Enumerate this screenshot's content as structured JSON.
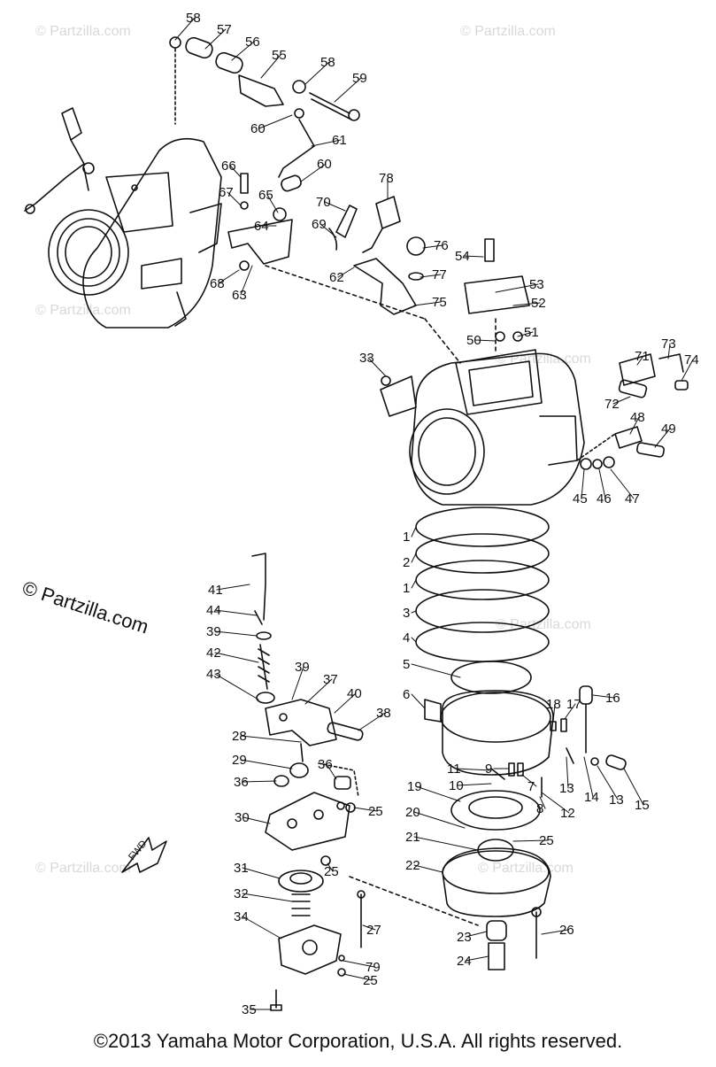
{
  "watermark": "© Partzilla.com",
  "side_watermark": "© Partzilla.com",
  "copyright": "©2013  Yamaha Motor Corporation, U.S.A. All rights reserved.",
  "fwd_label": "FWD",
  "callouts": [
    {
      "id": "c58a",
      "text": "58"
    },
    {
      "id": "c57",
      "text": "57"
    },
    {
      "id": "c56",
      "text": "56"
    },
    {
      "id": "c55",
      "text": "55"
    },
    {
      "id": "c58b",
      "text": "58"
    },
    {
      "id": "c59",
      "text": "59"
    },
    {
      "id": "c60a",
      "text": "60"
    },
    {
      "id": "c61",
      "text": "61"
    },
    {
      "id": "c60b",
      "text": "60"
    },
    {
      "id": "c66",
      "text": "66"
    },
    {
      "id": "c67",
      "text": "67"
    },
    {
      "id": "c65",
      "text": "65"
    },
    {
      "id": "c64",
      "text": "64"
    },
    {
      "id": "c68",
      "text": "68"
    },
    {
      "id": "c63",
      "text": "63"
    },
    {
      "id": "c70",
      "text": "70"
    },
    {
      "id": "c69",
      "text": "69"
    },
    {
      "id": "c78",
      "text": "78"
    },
    {
      "id": "c76",
      "text": "76"
    },
    {
      "id": "c77",
      "text": "77"
    },
    {
      "id": "c54",
      "text": "54"
    },
    {
      "id": "c53",
      "text": "53"
    },
    {
      "id": "c52",
      "text": "52"
    },
    {
      "id": "c62",
      "text": "62"
    },
    {
      "id": "c75",
      "text": "75"
    },
    {
      "id": "c50",
      "text": "50"
    },
    {
      "id": "c51",
      "text": "51"
    },
    {
      "id": "c71",
      "text": "71"
    },
    {
      "id": "c73",
      "text": "73"
    },
    {
      "id": "c74",
      "text": "74"
    },
    {
      "id": "c72",
      "text": "72"
    },
    {
      "id": "c33",
      "text": "33"
    },
    {
      "id": "c48",
      "text": "48"
    },
    {
      "id": "c49",
      "text": "49"
    },
    {
      "id": "c45",
      "text": "45"
    },
    {
      "id": "c46",
      "text": "46"
    },
    {
      "id": "c47",
      "text": "47"
    },
    {
      "id": "c1a",
      "text": "1"
    },
    {
      "id": "c2",
      "text": "2"
    },
    {
      "id": "c1b",
      "text": "1"
    },
    {
      "id": "c3",
      "text": "3"
    },
    {
      "id": "c4",
      "text": "4"
    },
    {
      "id": "c5",
      "text": "5"
    },
    {
      "id": "c6",
      "text": "6"
    },
    {
      "id": "c41",
      "text": "41"
    },
    {
      "id": "c44",
      "text": "44"
    },
    {
      "id": "c39a",
      "text": "39"
    },
    {
      "id": "c42",
      "text": "42"
    },
    {
      "id": "c43",
      "text": "43"
    },
    {
      "id": "c39b",
      "text": "39"
    },
    {
      "id": "c37",
      "text": "37"
    },
    {
      "id": "c40",
      "text": "40"
    },
    {
      "id": "c38",
      "text": "38"
    },
    {
      "id": "c28",
      "text": "28"
    },
    {
      "id": "c29",
      "text": "29"
    },
    {
      "id": "c36a",
      "text": "36"
    },
    {
      "id": "c36b",
      "text": "36"
    },
    {
      "id": "c25a",
      "text": "25"
    },
    {
      "id": "c30",
      "text": "30"
    },
    {
      "id": "c31",
      "text": "31"
    },
    {
      "id": "c25b",
      "text": "25"
    },
    {
      "id": "c32",
      "text": "32"
    },
    {
      "id": "c27",
      "text": "27"
    },
    {
      "id": "c34",
      "text": "34"
    },
    {
      "id": "c79",
      "text": "79"
    },
    {
      "id": "c25c",
      "text": "25"
    },
    {
      "id": "c35",
      "text": "35"
    },
    {
      "id": "c16",
      "text": "16"
    },
    {
      "id": "c18",
      "text": "18"
    },
    {
      "id": "c17",
      "text": "17"
    },
    {
      "id": "c13a",
      "text": "13"
    },
    {
      "id": "c14",
      "text": "14"
    },
    {
      "id": "c13b",
      "text": "13"
    },
    {
      "id": "c15",
      "text": "15"
    },
    {
      "id": "c11",
      "text": "11"
    },
    {
      "id": "c9",
      "text": "9"
    },
    {
      "id": "c7",
      "text": "7"
    },
    {
      "id": "c10",
      "text": "10"
    },
    {
      "id": "c8",
      "text": "8"
    },
    {
      "id": "c12",
      "text": "12"
    },
    {
      "id": "c19",
      "text": "19"
    },
    {
      "id": "c20",
      "text": "20"
    },
    {
      "id": "c25d",
      "text": "25"
    },
    {
      "id": "c21",
      "text": "21"
    },
    {
      "id": "c22",
      "text": "22"
    },
    {
      "id": "c23",
      "text": "23"
    },
    {
      "id": "c26",
      "text": "26"
    },
    {
      "id": "c24",
      "text": "24"
    }
  ]
}
